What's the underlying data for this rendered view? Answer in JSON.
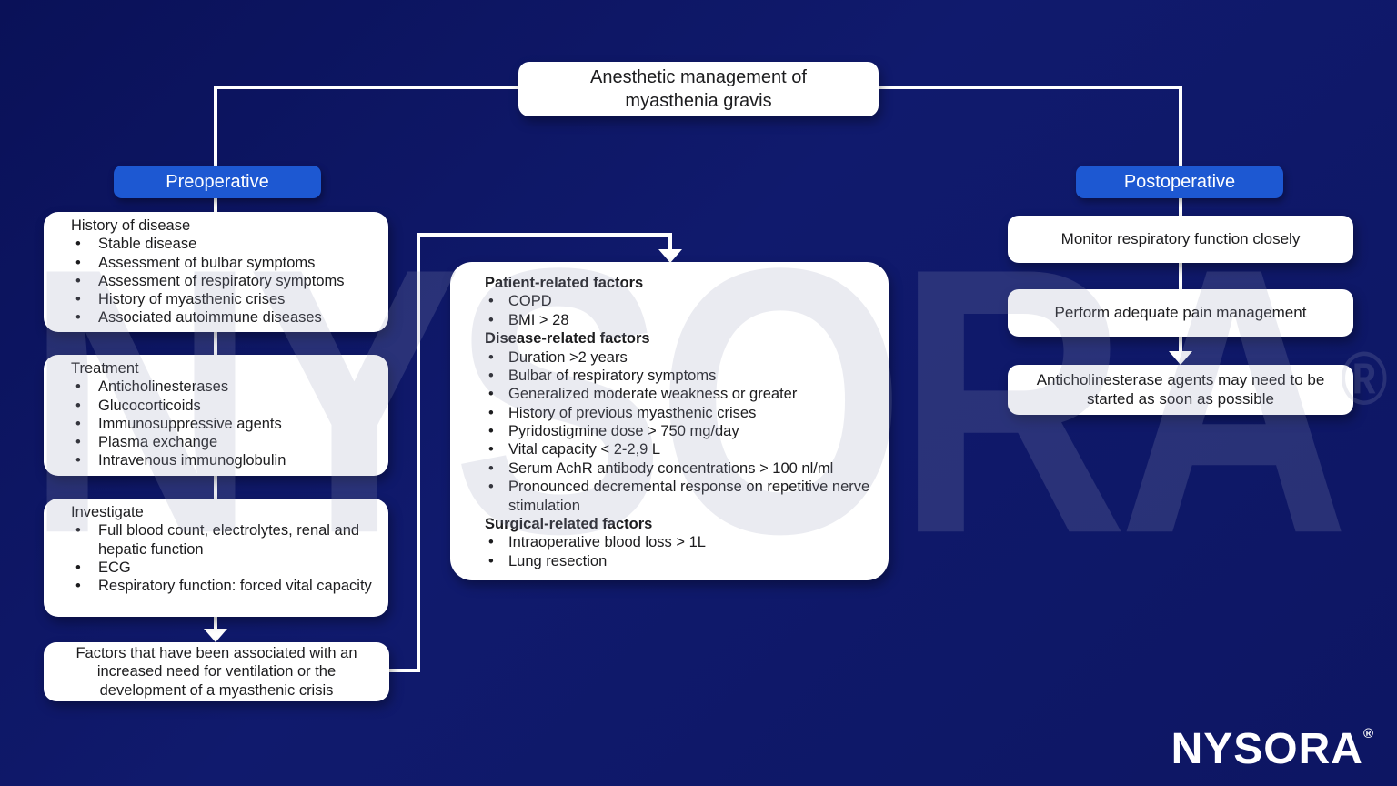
{
  "title": "Anesthetic management of myasthenia gravis",
  "colors": {
    "background_navy": "#0e1766",
    "accent_blue": "#1d58d2",
    "card_white": "#ffffff",
    "connector_white": "#ffffff",
    "text_dark": "#1c1c1e"
  },
  "watermark": {
    "text": "NYSORA",
    "reg": "®"
  },
  "logo": {
    "text": "NYSORA",
    "reg": "®"
  },
  "preoperative": {
    "label": "Preoperative",
    "boxes": [
      {
        "title": "History of disease",
        "items": [
          "Stable disease",
          "Assessment of bulbar symptoms",
          "Assessment of respiratory symptoms",
          "History of myasthenic crises",
          "Associated autoimmune diseases"
        ]
      },
      {
        "title": "Treatment",
        "items": [
          "Anticholinesterases",
          "Glucocorticoids",
          "Immunosuppressive agents",
          "Plasma exchange",
          "Intravenous immunoglobulin"
        ]
      },
      {
        "title": "Investigate",
        "items": [
          "Full blood count, electrolytes, renal and hepatic function",
          "ECG",
          "Respiratory function: forced vital capacity"
        ]
      }
    ],
    "summary_box": "Factors that have been associated with an increased need for ventilation or the development of a myasthenic crisis"
  },
  "risk_factors": {
    "sections": [
      {
        "heading": "Patient-related factors",
        "items": [
          "COPD",
          "BMI > 28"
        ]
      },
      {
        "heading": "Disease-related factors",
        "items": [
          "Duration >2 years",
          "Bulbar of respiratory symptoms",
          "Generalized moderate weakness or greater",
          "History of previous myasthenic crises",
          "Pyridostigmine dose > 750 mg/day",
          "Vital capacity < 2-2,9 L",
          "Serum AchR antibody concentrations > 100 nl/ml",
          "Pronounced decremental response on repetitive nerve stimulation"
        ]
      },
      {
        "heading": "Surgical-related factors",
        "items": [
          "Intraoperative blood loss > 1L",
          "Lung resection"
        ]
      }
    ]
  },
  "postoperative": {
    "label": "Postoperative",
    "boxes": [
      "Monitor respiratory function closely",
      "Perform adequate pain management",
      "Anticholinesterase agents may need to be started as soon as possible"
    ]
  }
}
